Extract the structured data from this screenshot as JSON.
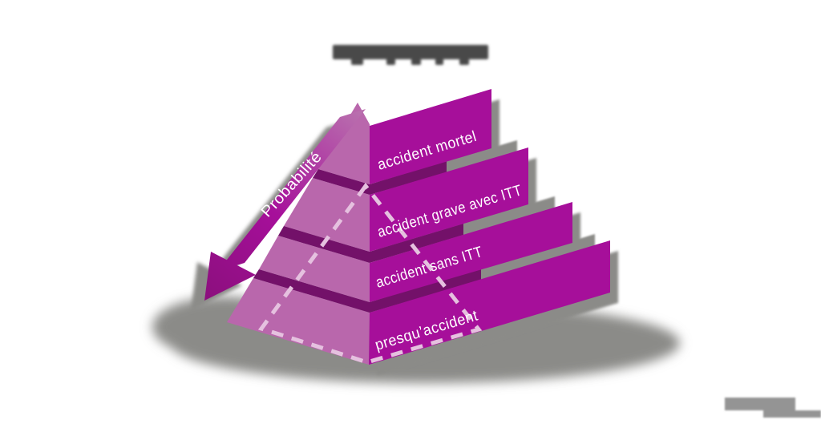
{
  "diagram": {
    "type": "accident-pyramid",
    "levels": [
      {
        "label": "accident mortel"
      },
      {
        "label": "accident grave avec ITT"
      },
      {
        "label": "accident sans ITT"
      },
      {
        "label": "presqu’accident"
      }
    ],
    "axis_arrow": {
      "label": "Probabilité",
      "direction": "down-left"
    }
  },
  "redactions": {
    "title_blurred": true,
    "watermark_blurred": true
  },
  "colors": {
    "front": "#a60f9a",
    "side": "#b967ac",
    "separator": "#731169",
    "dashed": "#e5c1df",
    "shadow": "#8b8b88",
    "arrow_light": "#b96fae",
    "arrow_dark": "#8c0f7e",
    "label_text": "#ffffff",
    "redaction_dark": "#4a4a4a",
    "redaction_light": "#949494",
    "background": "#ffffff"
  }
}
